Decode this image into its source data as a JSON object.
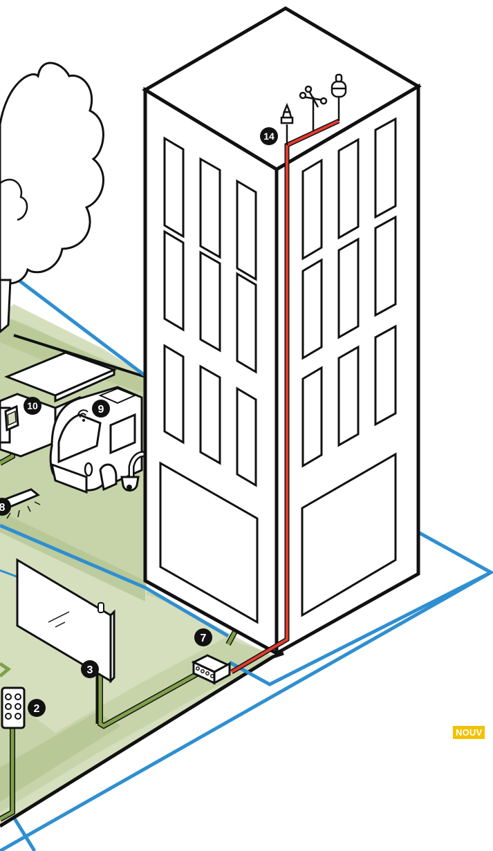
{
  "colors": {
    "ground": "#d5dfbe",
    "ground_dark": "#aebf88",
    "outline": "#111111",
    "network_blue": "#2f8fd0",
    "cable_green": "#7fa14a",
    "cable_red": "#e53a2f",
    "badge_fill": "#111111",
    "new_tag": "#f2c200"
  },
  "markers": [
    {
      "id": "marker-14",
      "label": "14"
    },
    {
      "id": "marker-10",
      "label": "10"
    },
    {
      "id": "marker-9",
      "label": "9"
    },
    {
      "id": "marker-8",
      "label": "8"
    },
    {
      "id": "marker-7",
      "label": "7"
    },
    {
      "id": "marker-3",
      "label": "3"
    },
    {
      "id": "marker-2",
      "label": "2"
    }
  ],
  "new_tag": {
    "label": "NOUV"
  }
}
